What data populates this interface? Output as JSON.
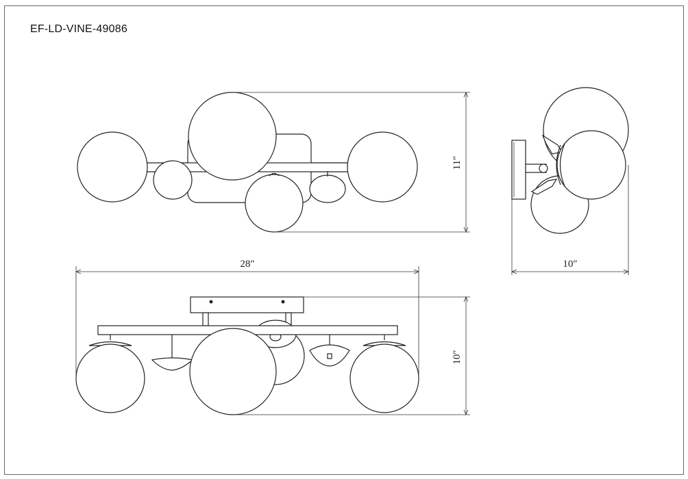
{
  "model_number": "EF-LD-VINE-49086",
  "dimensions": {
    "top_view_depth": "11″",
    "side_view_depth": "10″",
    "front_view_width": "28″",
    "front_view_height": "10″"
  }
}
